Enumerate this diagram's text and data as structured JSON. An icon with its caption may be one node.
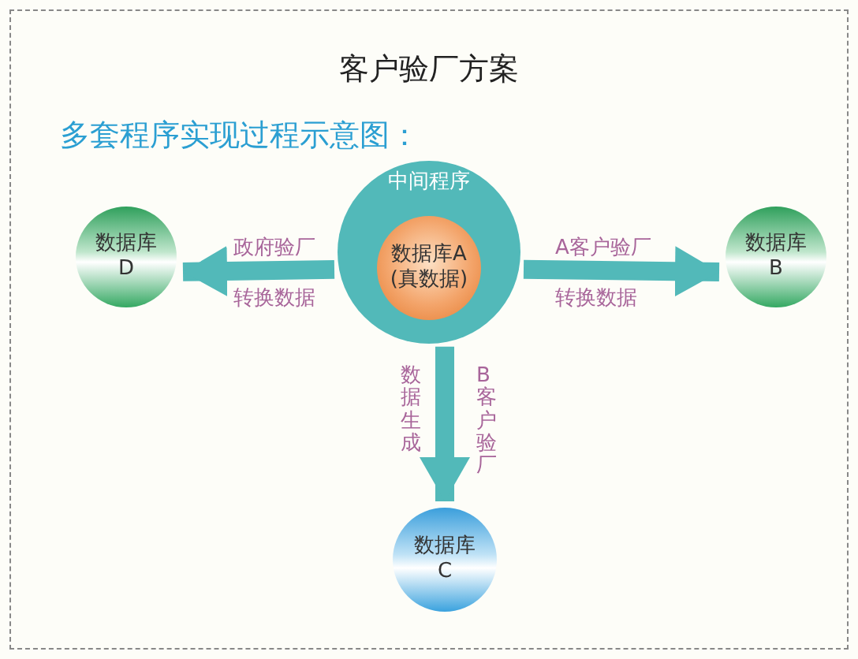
{
  "diagram": {
    "title": "客户验厂方案",
    "nodes": [
      {
        "text": [
          "中间程序"
        ]
      },
      {
        "text": [
          "数据库A (真数据)"
        ],
        "in": 0
      },
      {
        "text": [
          "数据库 D"
        ]
      },
      {
        "text": [
          "数据库 B"
        ]
      },
      {
        "text": [
          "数据库 C"
        ]
      }
    ],
    "edges": [
      {
        "from": 0,
        "to": 2,
        "arrow": "to",
        "label": "政府验厂"
      },
      {
        "from": 0,
        "to": 3,
        "arrow": "to",
        "label": "A客户验厂"
      },
      {
        "from": 0,
        "to": 4,
        "arrow": "to",
        "label": "B客户验厂"
      }
    ],
    "labels": [
      "多套程序实现过程示意图：",
      "转换数据",
      "转换数据",
      "数据生成"
    ]
  }
}
